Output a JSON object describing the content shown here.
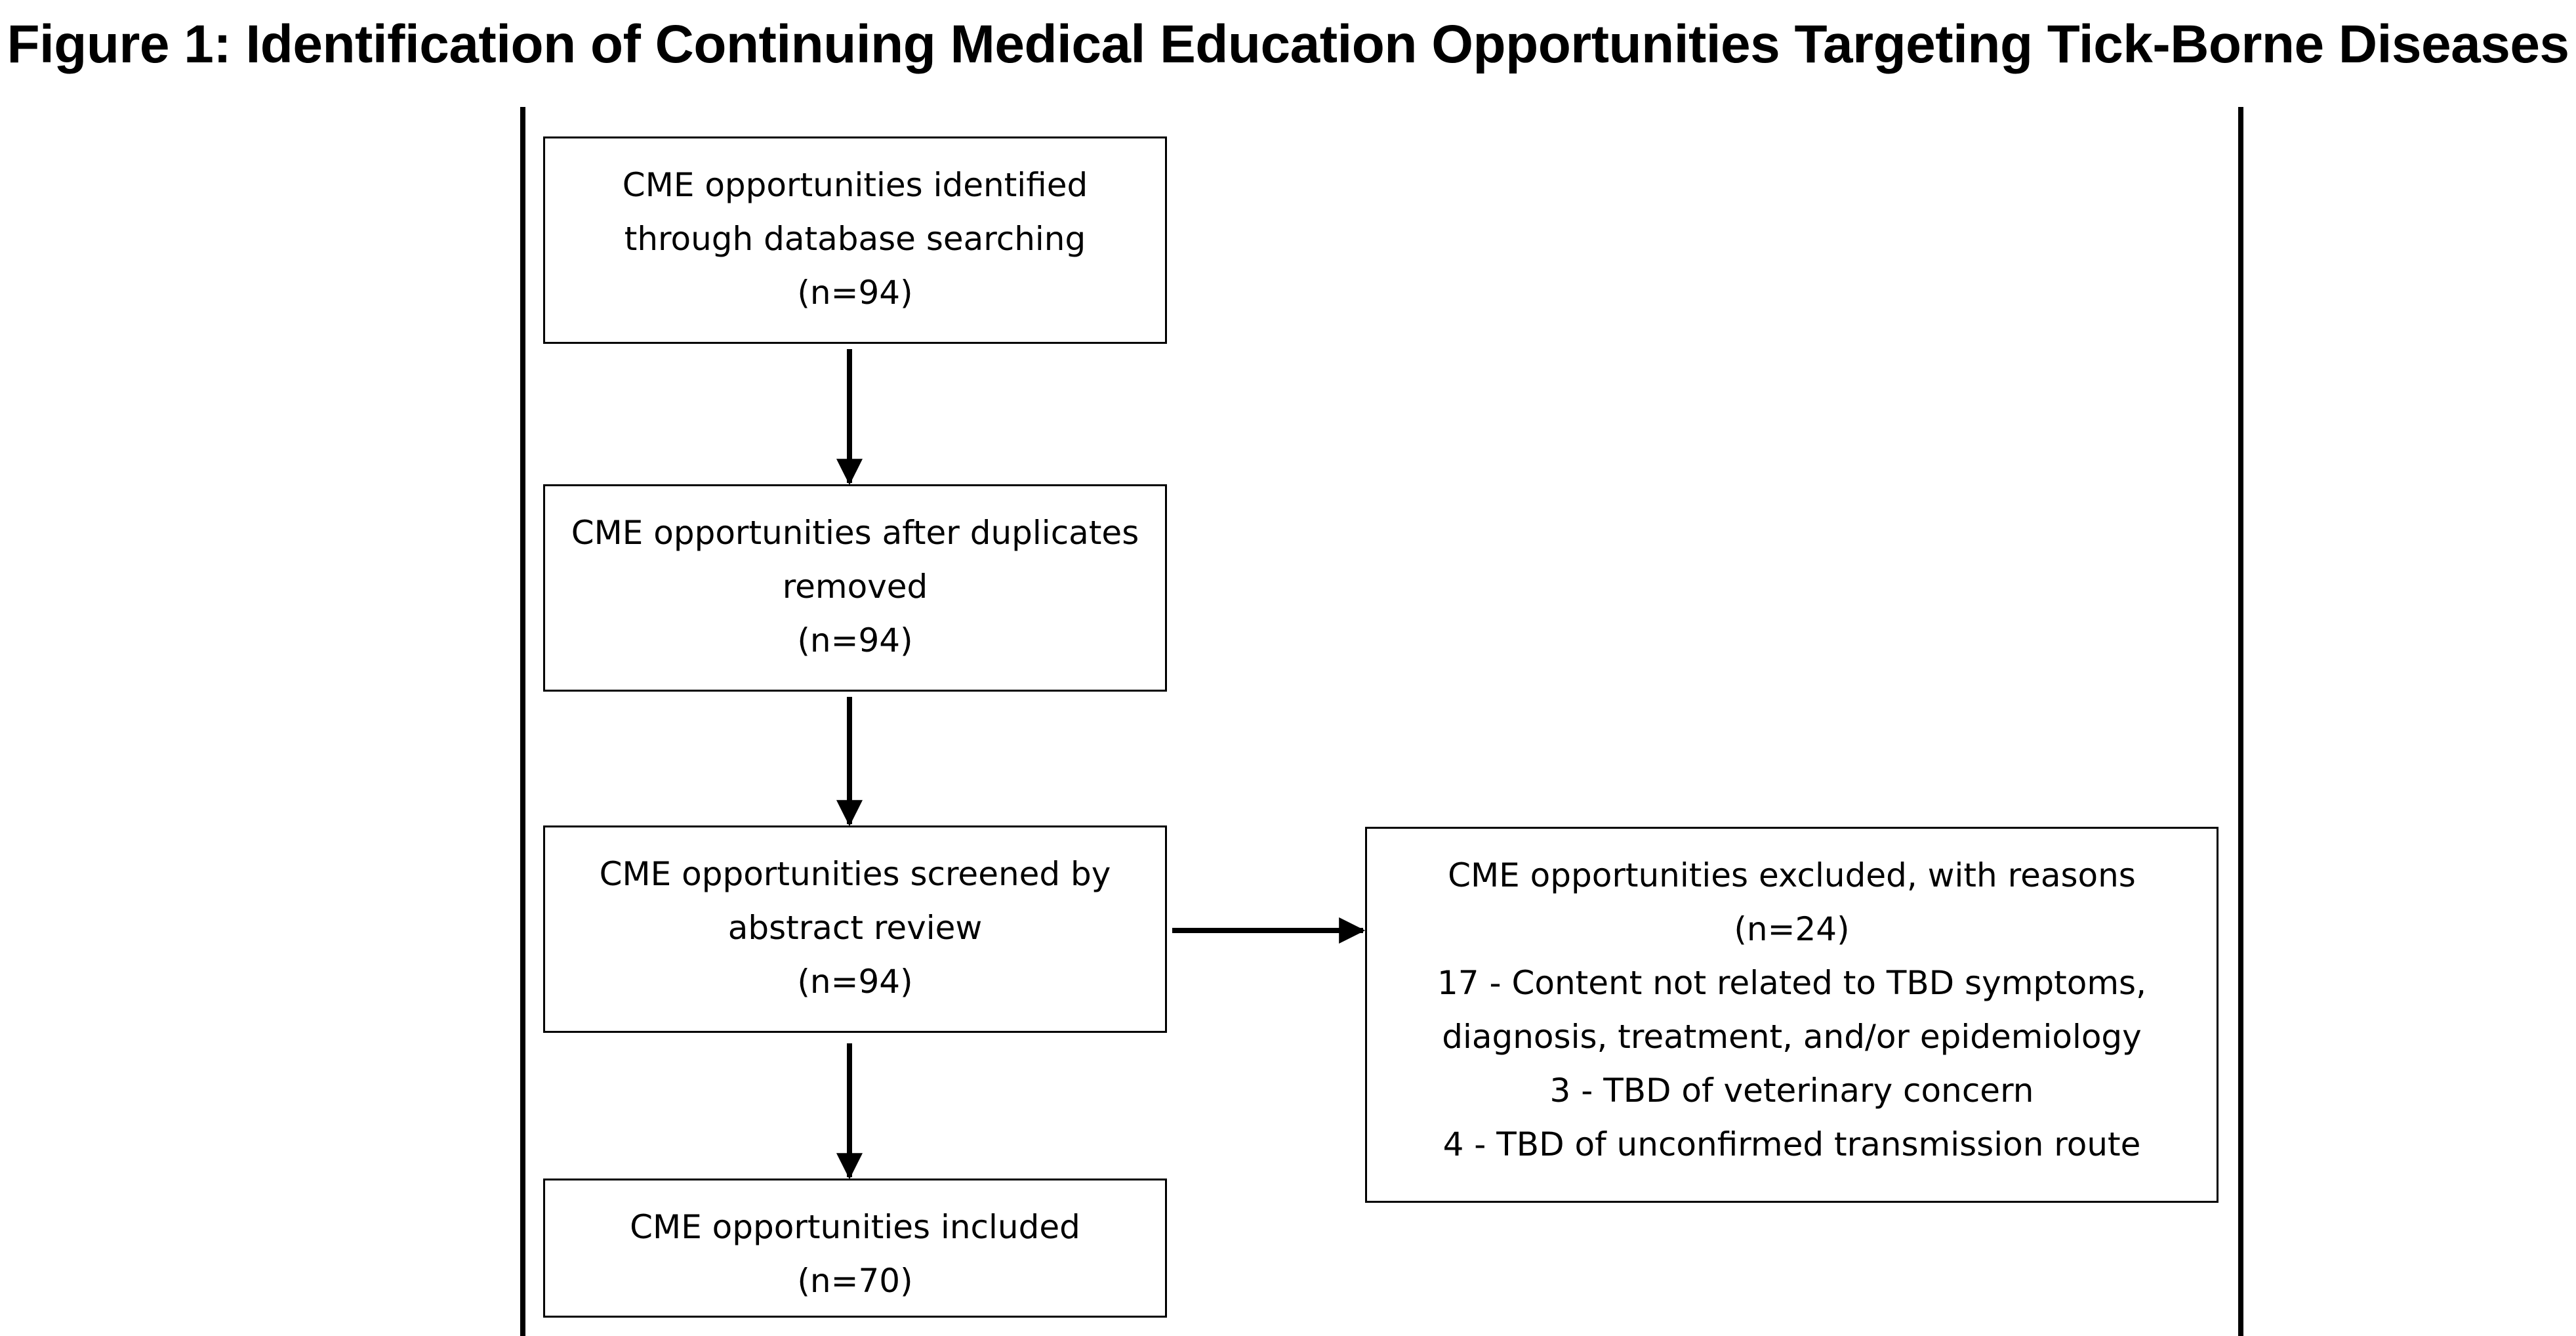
{
  "figure": {
    "title": "Figure 1: Identification of Continuing Medical Education Opportunities Targeting Tick-Borne Diseases"
  },
  "flow": {
    "identified": {
      "lines": [
        "CME opportunities identified",
        "through database searching",
        "(n=94)"
      ]
    },
    "deduplicated": {
      "lines": [
        "CME opportunities after duplicates",
        "removed",
        "(n=94)"
      ]
    },
    "screened": {
      "lines": [
        "CME opportunities screened by",
        "abstract review",
        "(n=94)"
      ]
    },
    "included": {
      "lines": [
        "CME opportunities included",
        "(n=70)"
      ]
    },
    "excluded": {
      "lines": [
        "CME opportunities excluded, with reasons",
        "(n=24)",
        "17 - Content not related to TBD symptoms,",
        "diagnosis, treatment, and/or epidemiology",
        "3 - TBD of veterinary concern",
        "4 - TBD of unconfirmed transmission route"
      ]
    }
  },
  "colors": {
    "line": "#000000",
    "background": "#ffffff"
  }
}
